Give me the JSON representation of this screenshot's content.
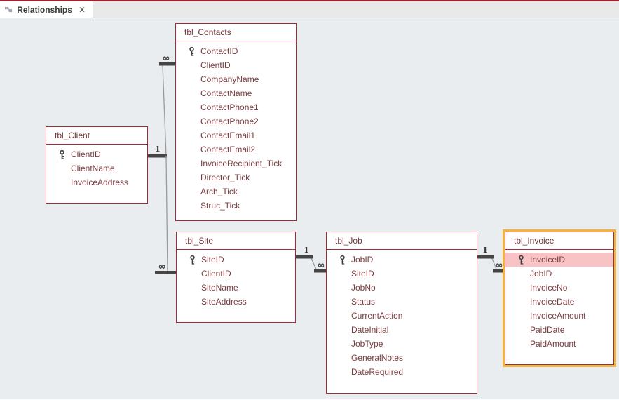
{
  "tab": {
    "title": "Relationships",
    "close_glyph": "✕"
  },
  "tables": [
    {
      "title": "tbl_Client",
      "selected": false,
      "fields": [
        {
          "name": "ClientID",
          "key": true
        },
        {
          "name": "ClientName"
        },
        {
          "name": "InvoiceAddress"
        }
      ]
    },
    {
      "title": "tbl_Contacts",
      "selected": false,
      "fields": [
        {
          "name": "ContactID",
          "key": true
        },
        {
          "name": "ClientID"
        },
        {
          "name": "CompanyName"
        },
        {
          "name": "ContactName"
        },
        {
          "name": "ContactPhone1"
        },
        {
          "name": "ContactPhone2"
        },
        {
          "name": "ContactEmail1"
        },
        {
          "name": "ContactEmail2"
        },
        {
          "name": "InvoiceRecipient_Tick"
        },
        {
          "name": "Director_Tick"
        },
        {
          "name": "Arch_Tick"
        },
        {
          "name": "Struc_Tick"
        }
      ]
    },
    {
      "title": "tbl_Site",
      "selected": false,
      "fields": [
        {
          "name": "SiteID",
          "key": true
        },
        {
          "name": "ClientID"
        },
        {
          "name": "SiteName"
        },
        {
          "name": "SiteAddress"
        }
      ]
    },
    {
      "title": "tbl_Job",
      "selected": false,
      "fields": [
        {
          "name": "JobID",
          "key": true
        },
        {
          "name": "SiteID"
        },
        {
          "name": "JobNo"
        },
        {
          "name": "Status"
        },
        {
          "name": "CurrentAction"
        },
        {
          "name": "DateInitial"
        },
        {
          "name": "JobType"
        },
        {
          "name": "GeneralNotes"
        },
        {
          "name": "DateRequired"
        }
      ]
    },
    {
      "title": "tbl_Invoice",
      "selected": true,
      "fields": [
        {
          "name": "InvoiceID",
          "key": true,
          "highlighted": true
        },
        {
          "name": "JobID"
        },
        {
          "name": "InvoiceNo"
        },
        {
          "name": "InvoiceDate"
        },
        {
          "name": "InvoiceAmount"
        },
        {
          "name": "PaidDate"
        },
        {
          "name": "PaidAmount"
        }
      ]
    }
  ],
  "relationships": [
    {
      "from_table": "tbl_Client",
      "from_field": "ClientID",
      "from_label": "1",
      "to_table": "tbl_Contacts",
      "to_field": "ClientID",
      "to_label": "∞"
    },
    {
      "from_table": "tbl_Client",
      "from_field": "ClientID",
      "from_label": "1",
      "to_table": "tbl_Site",
      "to_field": "ClientID",
      "to_label": "∞"
    },
    {
      "from_table": "tbl_Site",
      "from_field": "SiteID",
      "from_label": "1",
      "to_table": "tbl_Job",
      "to_field": "SiteID",
      "to_label": "∞"
    },
    {
      "from_table": "tbl_Job",
      "from_field": "JobID",
      "from_label": "1",
      "to_table": "tbl_Invoice",
      "to_field": "JobID",
      "to_label": "∞"
    }
  ],
  "colors": {
    "accent_red": "#9b2d36",
    "tab_top_red": "#9c2331",
    "selection_orange": "#f0b43f",
    "highlight_pink": "#f8c3c4",
    "canvas_bg": "#e9edf0",
    "line_gray": "#9b9b9b",
    "bar_dark": "#454545",
    "field_text": "#7a3b3e"
  }
}
